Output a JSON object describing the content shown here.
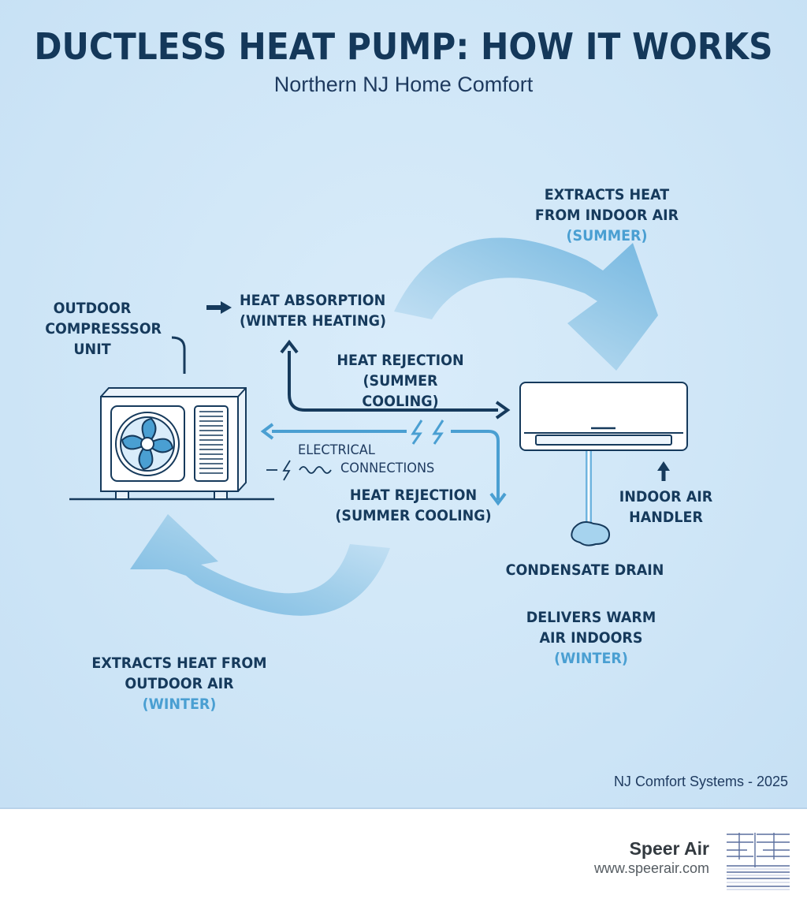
{
  "title": "DUCTLESS HEAT PUMP: HOW IT WORKS",
  "subtitle": "Northern NJ Home Comfort",
  "labels": {
    "outdoor_unit": [
      "OUTDOOR",
      "COMPRESSSOR",
      "UNIT"
    ],
    "heat_absorption": [
      "HEAT ABSORPTION",
      "(WINTER HEATING)"
    ],
    "heat_rejection_top": [
      "HEAT REJECTION",
      "(SUMMER COOLING)"
    ],
    "electrical": [
      "ELECTRICAL",
      "CONNECTIONS"
    ],
    "heat_rejection_bottom": [
      "HEAT REJECTION",
      "(SUMMER COOLING)"
    ],
    "extracts_indoor": {
      "lines": [
        "EXTRACTS HEAT",
        "FROM INDOOR AIR"
      ],
      "season": "(SUMMER)"
    },
    "indoor_handler": [
      "INDOOR AIR",
      "HANDLER"
    ],
    "condensate_drain": "CONDENSATE DRAIN",
    "delivers_warm": {
      "lines": [
        "DELIVERS WARM",
        "AIR INDOORS"
      ],
      "season": "(WINTER)"
    },
    "extracts_outdoor": {
      "lines": [
        "EXTRACTS HEAT FROM",
        "OUTDOOR AIR"
      ],
      "season": "(WINTER)"
    }
  },
  "credit": "NJ Comfort Systems - 2025",
  "brand": {
    "name": "Speer Air",
    "url": "www.speerair.com"
  },
  "colors": {
    "background": "#cfe6f7",
    "navy": "#163a5c",
    "accent_blue": "#4a9fd2",
    "flow_arrow": "#7dbde3"
  },
  "icons": [
    "outdoor-compressor-unit-icon",
    "fan-icon",
    "indoor-air-handler-icon",
    "lightning-bolt-icon",
    "condensate-puddle-icon",
    "speer-air-logo-icon"
  ]
}
